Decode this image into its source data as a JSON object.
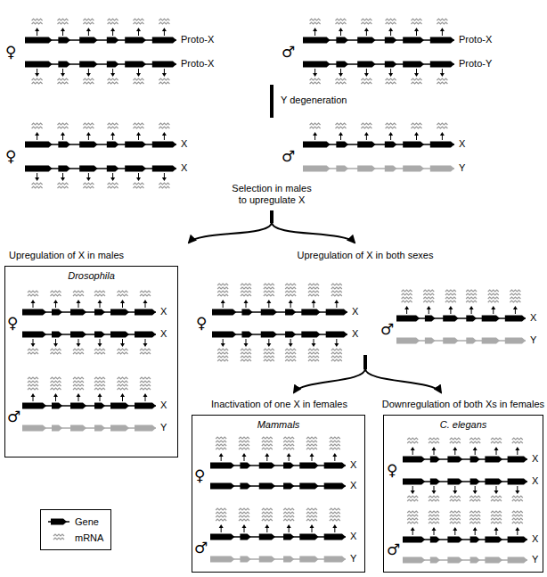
{
  "diagram": {
    "nodes": [
      {
        "text": [
          "Upregulation of X in males",
          "Drosophila"
        ]
      },
      {
        "text": [
          "Inactivation of one X in females",
          "Mammals"
        ]
      },
      {
        "text": [
          "Downregulation of both Xs in females",
          "C. elegans"
        ]
      }
    ],
    "labels": [
      "♀",
      "Proto-X",
      "Proto-X",
      "♂",
      "Proto-X",
      "Proto-Y",
      "Y degeneration",
      "♀",
      "X",
      "X",
      "♂",
      "X",
      "Y",
      "Selection in males to upregulate X",
      "Upregulation of X in both sexes",
      "♀",
      "X",
      "X",
      "♂",
      "X",
      "Y",
      "♀",
      "X",
      "X",
      "♂",
      "X",
      "Y",
      "♀",
      "X",
      "X",
      "♂",
      "X",
      "Y",
      "♀",
      "X",
      "X",
      "♂",
      "X",
      "Y"
    ],
    "legend": [
      {
        "text": "Gene"
      },
      {
        "text": "mRNA"
      }
    ]
  }
}
